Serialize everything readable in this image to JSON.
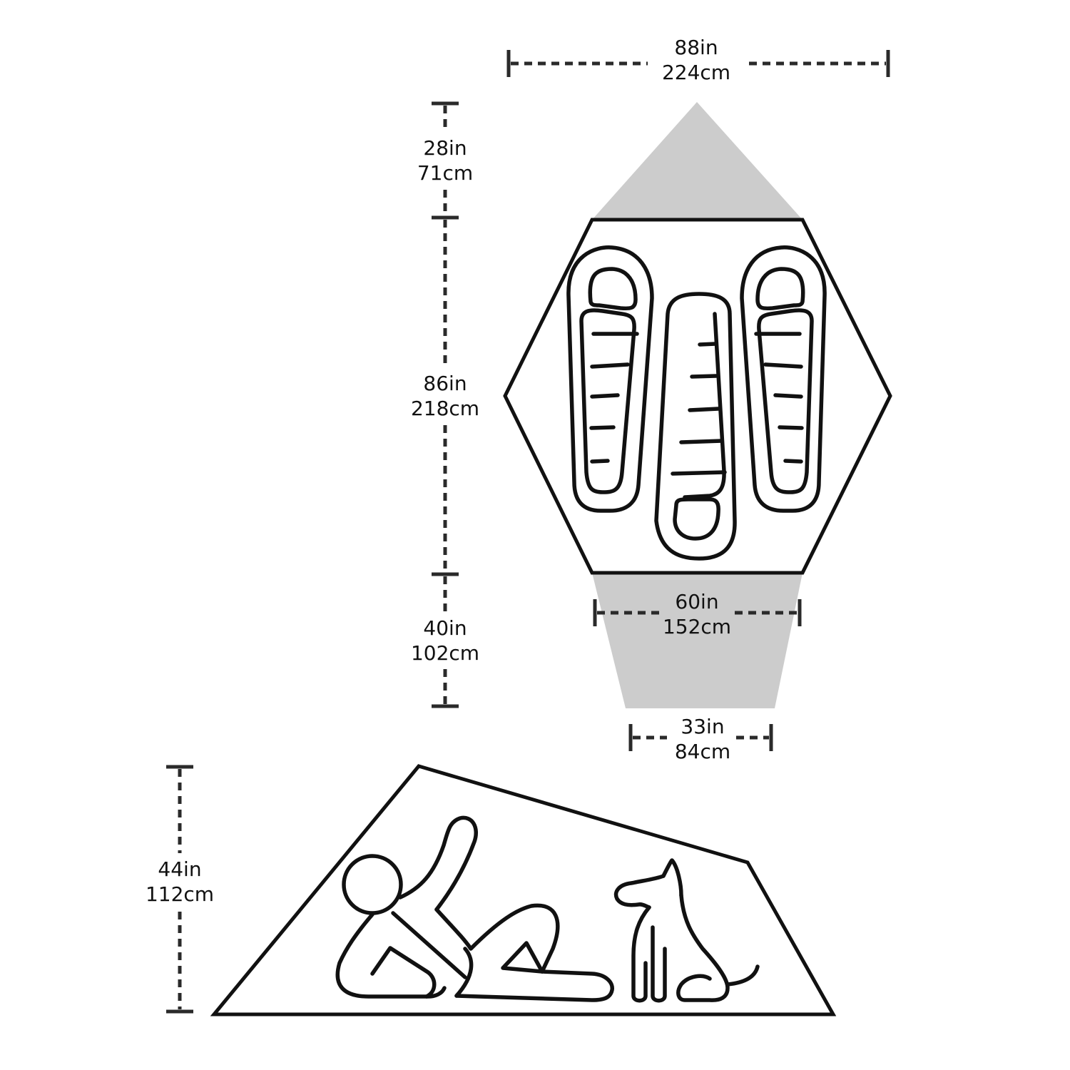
{
  "colors": {
    "line": "#111111",
    "dimension": "#2a2a2a",
    "vestibule_fill": "#cccccc",
    "background": "#ffffff"
  },
  "dimensions": {
    "total_width": {
      "in": "88in",
      "cm": "224cm"
    },
    "front_vestibule": {
      "in": "28in",
      "cm": "71cm"
    },
    "floor_length": {
      "in": "86in",
      "cm": "218cm"
    },
    "rear_vestibule": {
      "in": "40in",
      "cm": "102cm"
    },
    "foot_width": {
      "in": "60in",
      "cm": "152cm"
    },
    "tail_width": {
      "in": "33in",
      "cm": "84cm"
    },
    "peak_height": {
      "in": "44in",
      "cm": "112cm"
    }
  },
  "icons": [
    "sleeping-bag-icon",
    "person-icon",
    "dog-icon"
  ]
}
